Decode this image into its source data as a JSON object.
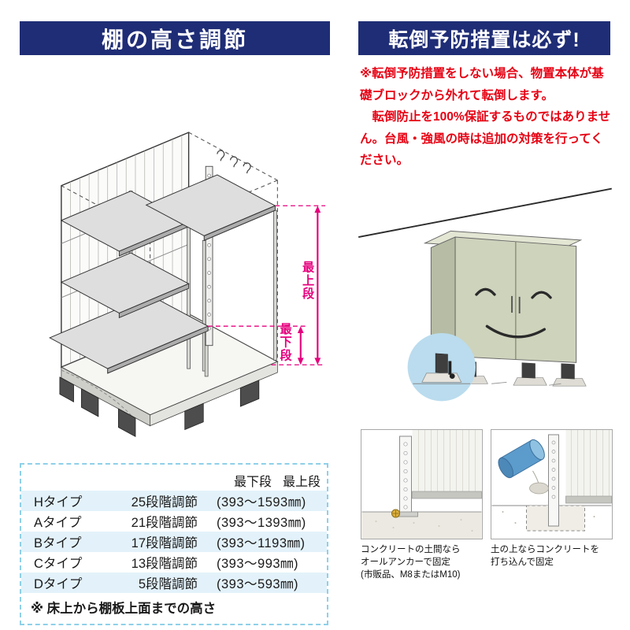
{
  "colors": {
    "header_bg": "#1f2d76",
    "accent_pink": "#e6007e",
    "warning_red": "#e60012",
    "table_border_blue": "#8fd0e8",
    "row_stripe_blue": "#e3f2fa",
    "shed_body_green": "#ced3bc"
  },
  "left": {
    "header_title": "棚の高さ調節",
    "diagram": {
      "dim_top_label": "最上段",
      "dim_bottom_label": "最下段"
    },
    "table": {
      "col_min_label": "最下段",
      "col_max_label": "最上段",
      "rows": [
        {
          "type": "Hタイプ",
          "steps": "25段階調節",
          "range": "(393〜1593㎜)"
        },
        {
          "type": "Aタイプ",
          "steps": "21段階調節",
          "range": "(393〜1393㎜)"
        },
        {
          "type": "Bタイプ",
          "steps": "17段階調節",
          "range": "(393〜1193㎜)"
        },
        {
          "type": "Cタイプ",
          "steps": "13段階調節",
          "range": "(393〜993㎜)"
        },
        {
          "type": "Dタイプ",
          "steps": "5段階調節",
          "range": "(393〜593㎜)"
        }
      ],
      "footnote": "※ 床上から棚板上面までの高さ"
    }
  },
  "right": {
    "header_title": "転倒予防措置は必ず!",
    "warning_text": "※転倒予防措置をしない場合、物置本体が基礎ブロックから外れて転倒します。\n　転倒防止を100%保証するものではありません。台風・強風の時は追加の対策を行ってください。",
    "figures": [
      {
        "caption": "コンクリートの土間なら\nオールアンカーで固定\n(市販品、M8またはM10)"
      },
      {
        "caption": "土の上ならコンクリートを\n打ち込んで固定"
      }
    ]
  }
}
